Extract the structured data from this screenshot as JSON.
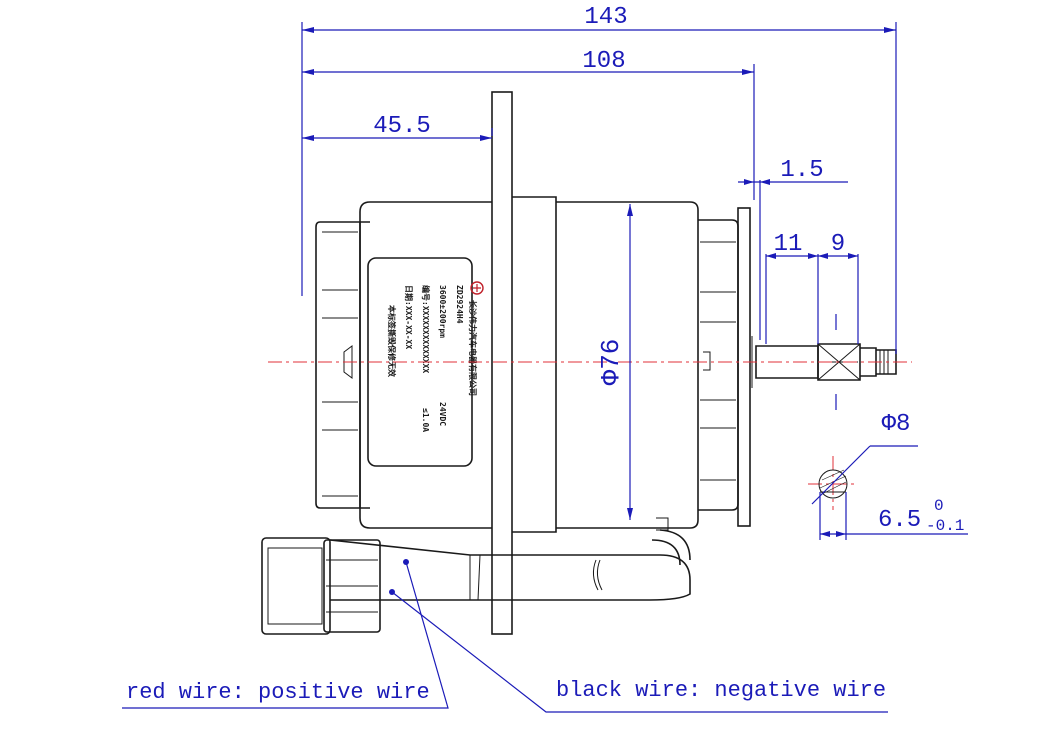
{
  "dimensions": {
    "overall_length": "143",
    "body_length": "108",
    "flange_offset": "45.5",
    "gap": "1.5",
    "shaft_seg_1": "11",
    "shaft_seg_2": "9",
    "body_diameter": "Φ76",
    "shaft_diameter": "Φ8",
    "flat_base": "6.5",
    "flat_tol_upper": "0",
    "flat_tol_lower": "-0.1"
  },
  "nameplate": {
    "line1": "长沙伟力汽车电器有限公司",
    "line2": "ZD2924H4",
    "line3": "3600±200rpm",
    "line3b": "24VDC",
    "line4": "编号:XXXXXXXXXXXXXX",
    "line4b": "≤1.0A",
    "line5": "日期:XXX-XX-XX",
    "line6": "本标签撕毁保修无效"
  },
  "callouts": {
    "red_wire": "red wire: positive wire",
    "black_wire": "black wire: negative wire"
  },
  "colors": {
    "dimension": "#1b1bb8",
    "outline": "#1a1a1a",
    "centerline": "#e0303a"
  }
}
